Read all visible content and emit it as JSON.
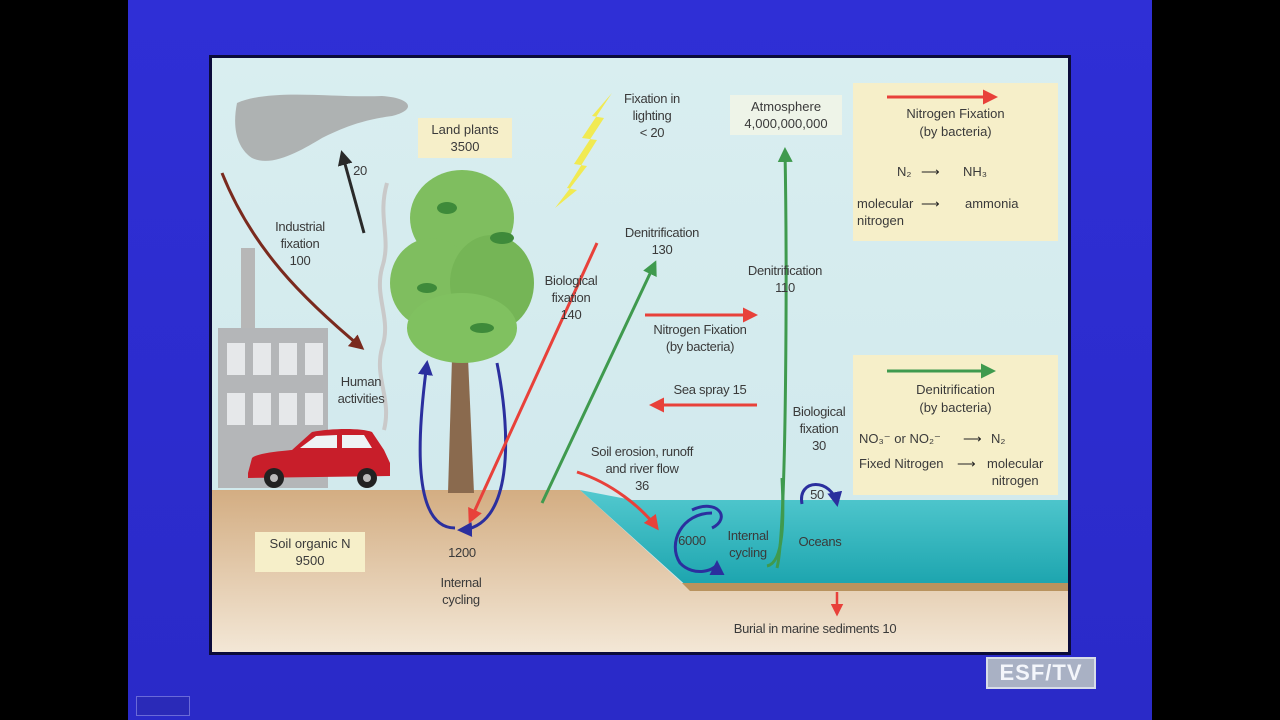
{
  "labels": {
    "land_plants": "Land plants",
    "land_plants_value": "3500",
    "fixation_lightning": "Fixation in\nlighting\n< 20",
    "atmosphere": "Atmosphere",
    "atmosphere_value": "4,000,000,000",
    "industrial": "Industrial\nfixation\n100",
    "emission_value": "20",
    "biological_fixation": "Biological\nfixation\n140",
    "denitrification_land": "Denitrification\n130",
    "denitrification_ocean": "Denitrification\n110",
    "nitrogen_fixation_mid": "Nitrogen Fixation\n(by bacteria)",
    "sea_spray": "Sea spray 15",
    "human_activities": "Human\nactivities",
    "biological_fixation_ocean": "Biological\nfixation\n30",
    "soil_erosion": "Soil erosion, runoff\nand river flow\n36",
    "soil_organic": "Soil organic N\n9500",
    "land_cycling_value": "1200",
    "internal_cycling_land": "Internal\ncycling",
    "ocean_cycling_value": "6000",
    "internal_cycling_ocean": "Internal\ncycling",
    "oceans": "Oceans",
    "ocean_small_cycle": "50",
    "burial": "Burial in marine sediments 10"
  },
  "legend_fixation": {
    "title": "Nitrogen Fixation",
    "subtitle": "(by bacteria)",
    "eq_left": "N₂",
    "eq_right": "NH₃",
    "molecular": "molecular\nnitrogen",
    "ammonia": "ammonia"
  },
  "legend_denitrification": {
    "title": "Denitrification",
    "subtitle": "(by bacteria)",
    "eq_left": "NO₃⁻ or NO₂⁻",
    "eq_right": "N₂",
    "fixed": "Fixed Nitrogen",
    "molecular": "molecular\nnitrogen"
  },
  "logo": "ESF/TV",
  "colors": {
    "fixation_arrow": "#e8413a",
    "denitrification_arrow": "#3f9a4e",
    "cycling_arrow": "#2b2f9e",
    "ocean": "#2fb6bd",
    "sky": "#d4ecef",
    "soil": "#d9b68f"
  }
}
